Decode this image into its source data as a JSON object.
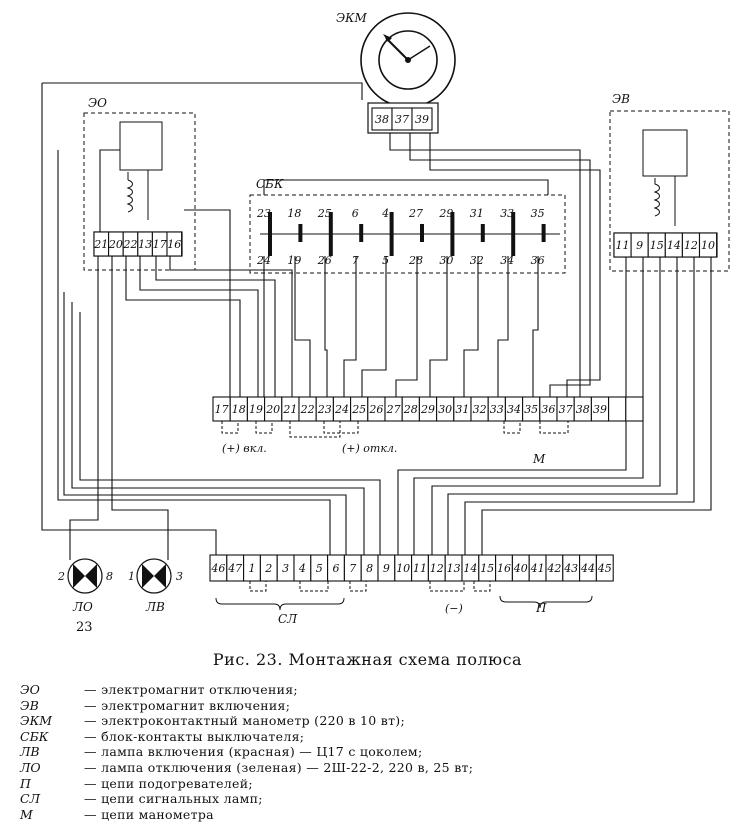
{
  "diagram": {
    "eo": {
      "label": "ЭО",
      "terminals": [
        "21",
        "20",
        "22",
        "13",
        "17",
        "16"
      ]
    },
    "ev": {
      "label": "ЭВ",
      "terminals": [
        "11",
        "9",
        "15",
        "14",
        "12",
        "10"
      ]
    },
    "ekm": {
      "label": "ЭКМ",
      "terminals": [
        "38",
        "37",
        "39"
      ]
    },
    "sbk": {
      "label": "СБК",
      "top": [
        "23",
        "18",
        "25",
        "6",
        "4",
        "27",
        "29",
        "31",
        "33",
        "35"
      ],
      "bottom": [
        "24",
        "19",
        "26",
        "7",
        "5",
        "28",
        "30",
        "32",
        "34",
        "36"
      ]
    },
    "strip1": [
      "17",
      "18",
      "19",
      "20",
      "21",
      "22",
      "23",
      "24",
      "25",
      "26",
      "27",
      "28",
      "29",
      "30",
      "31",
      "32",
      "33",
      "34",
      "35",
      "36",
      "37",
      "38",
      "39",
      "",
      ""
    ],
    "strip1_labels": {
      "vkl": "(+) вкл.",
      "otkl": "(+) откл.",
      "m": "М"
    },
    "strip2": [
      "46",
      "47",
      "1",
      "2",
      "3",
      "4",
      "5",
      "6",
      "7",
      "8",
      "9",
      "10",
      "11",
      "12",
      "13",
      "14",
      "15",
      "16",
      "40",
      "41",
      "42",
      "43",
      "44",
      "45"
    ],
    "strip2_labels": {
      "sl": "СЛ",
      "minus": "(−)",
      "p": "П"
    },
    "lamps": {
      "lo": {
        "label": "ЛО",
        "left": "2",
        "right": "8"
      },
      "lv": {
        "label": "ЛВ",
        "left": "1",
        "right": "3"
      },
      "page": "23"
    }
  },
  "caption": "Рис. 23. Монтажная схема полюса",
  "legend": [
    {
      "key": "ЭО",
      "text": "— электромагнит отключения;"
    },
    {
      "key": "ЭВ",
      "text": "— электромагнит включения;"
    },
    {
      "key": "ЭКМ",
      "text": "— электроконтактный манометр (220 в 10 вт);"
    },
    {
      "key": "СБК",
      "text": "— блок-контакты выключателя;"
    },
    {
      "key": "ЛВ",
      "text": "— лампа включения (красная) — Ц17 с цоколем;"
    },
    {
      "key": "ЛО",
      "text": "— лампа отключения (зеленая) — 2Ш-22-2, 220 в, 25 вт;"
    },
    {
      "key": "П",
      "text": "— цепи подогревателей;"
    },
    {
      "key": "СЛ",
      "text": "— цепи сигнальных ламп;"
    },
    {
      "key": "М",
      "text": "— цепи манометра"
    }
  ]
}
